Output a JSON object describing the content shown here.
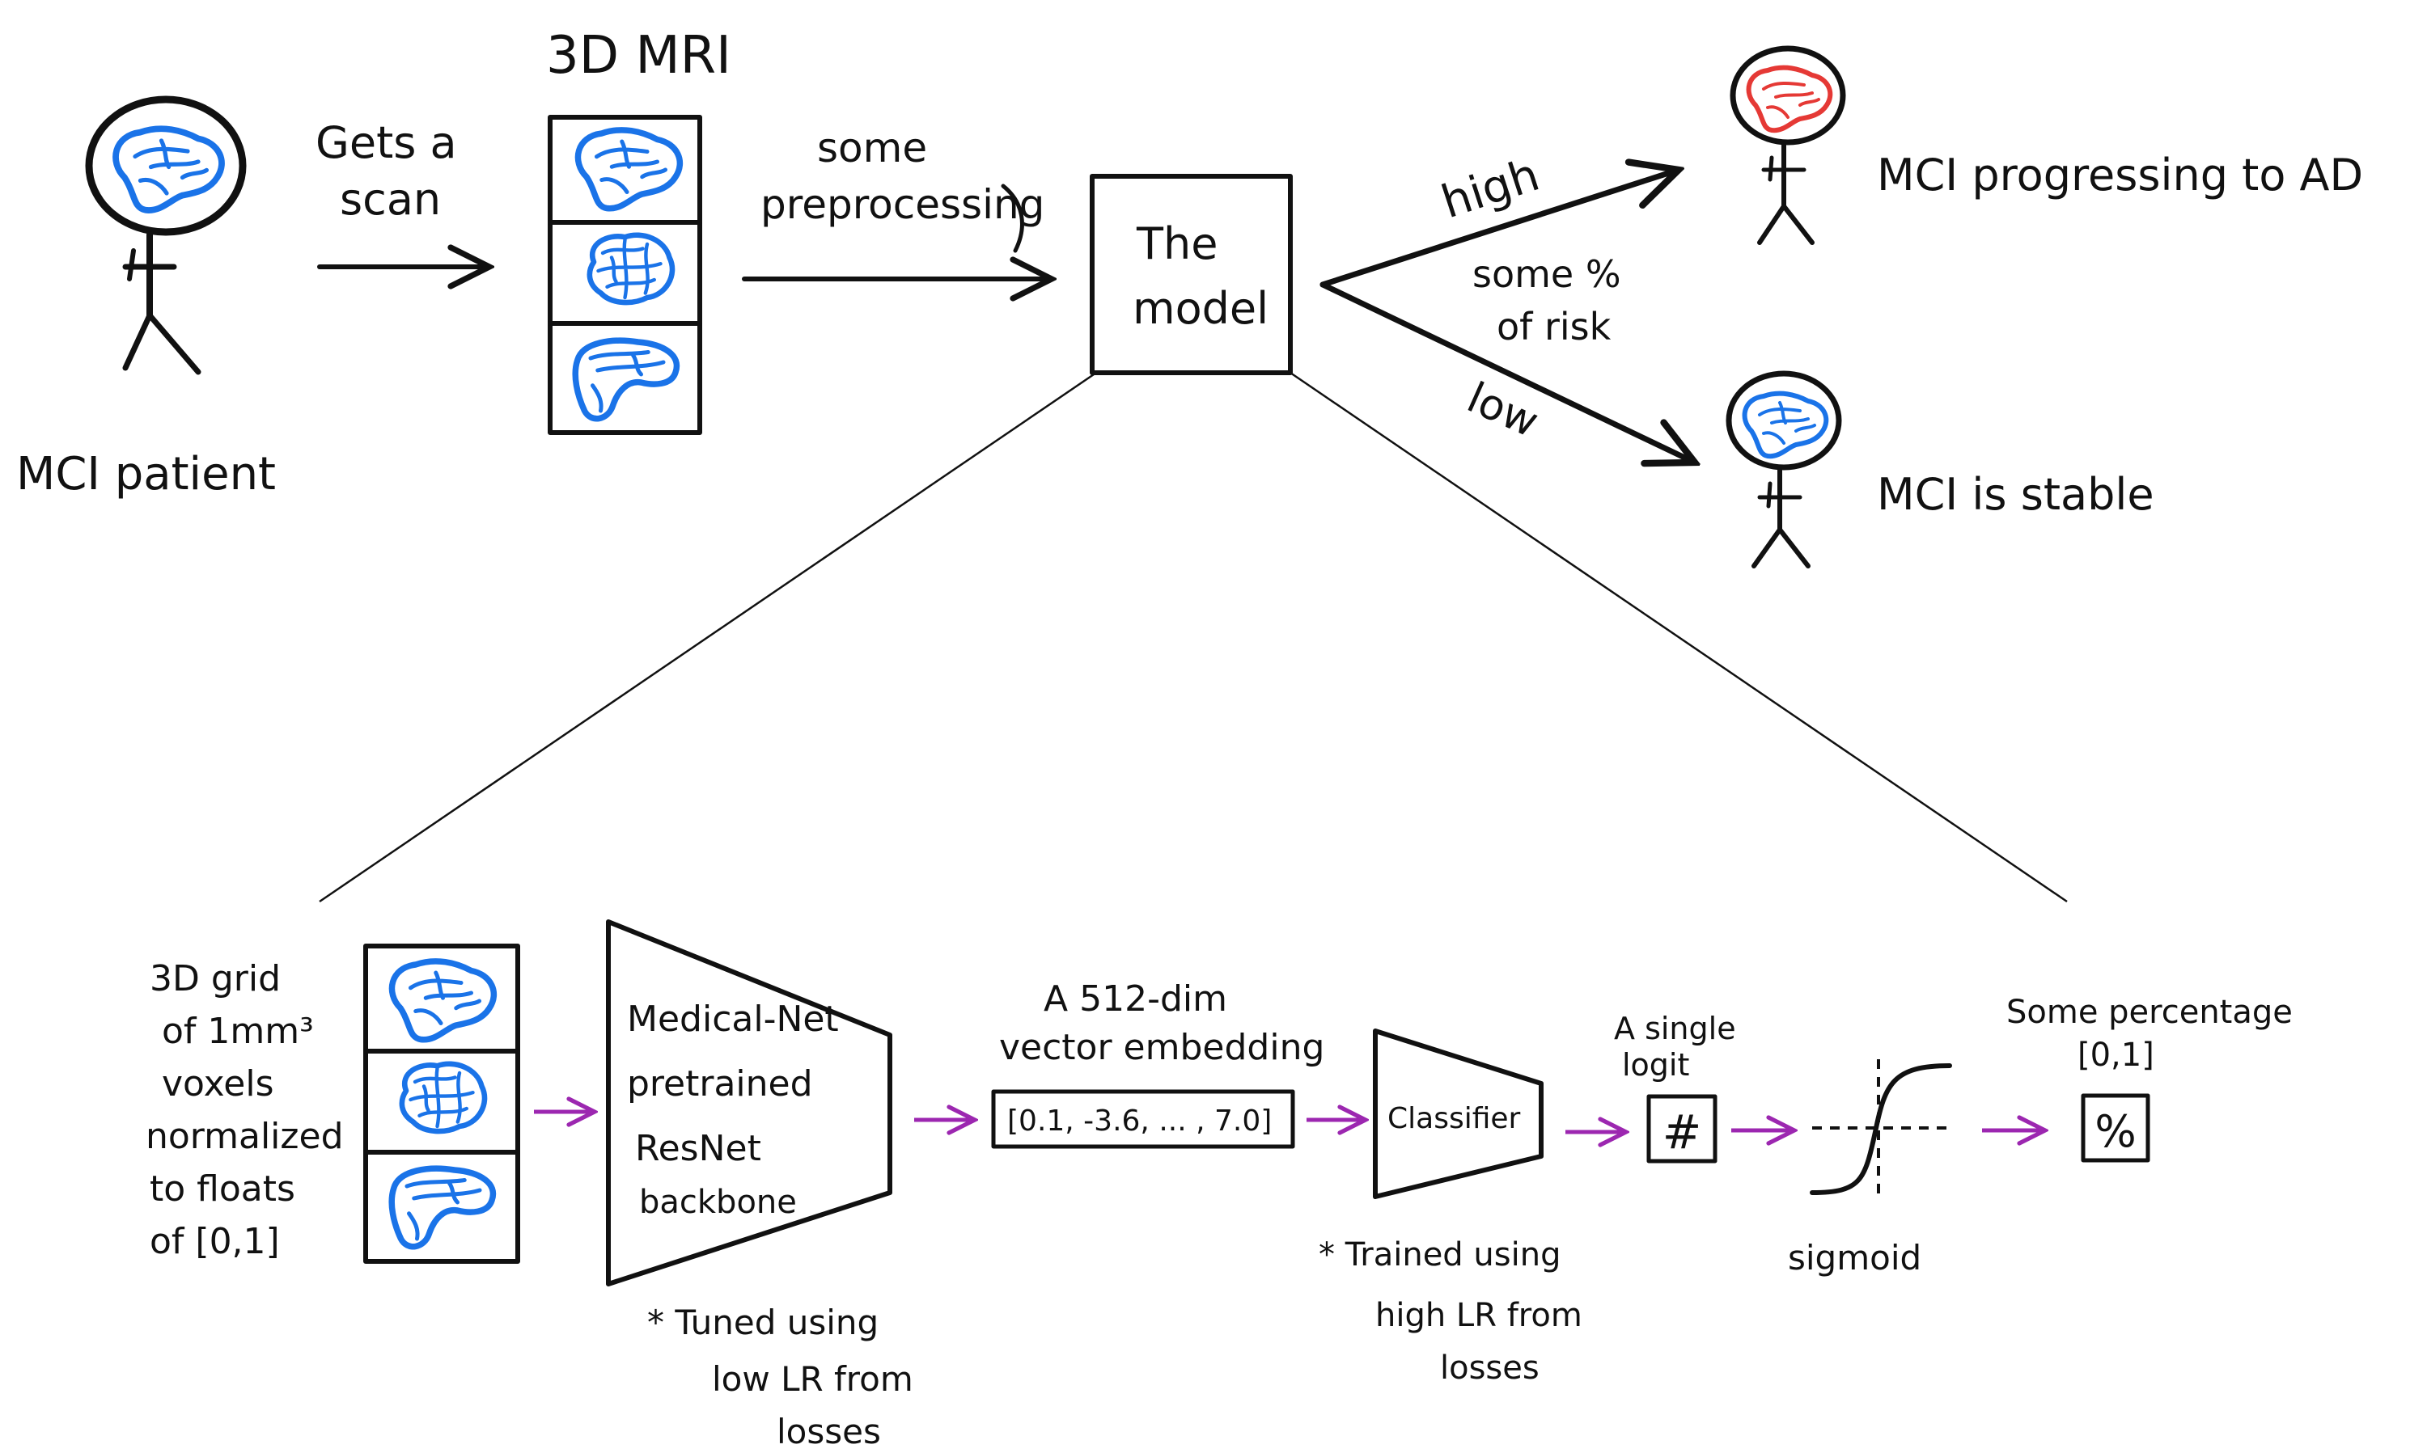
{
  "top": {
    "patient_label": "MCI patient",
    "gets_scan_label": [
      "Gets a",
      "scan"
    ],
    "mri_title": "3D MRI",
    "preprocessing_label": [
      "some",
      "preprocessing"
    ],
    "model_label": [
      "The",
      "model"
    ],
    "high_label": "high",
    "risk_label": [
      "some %",
      "of risk"
    ],
    "low_label": "low",
    "progress_label": "MCI progressing to AD",
    "stable_label": "MCI is stable"
  },
  "bottom": {
    "grid_label": [
      "3D grid",
      "of 1mm³",
      "voxels",
      "normalized",
      "to floats",
      "of [0,1]"
    ],
    "backbone_label": [
      "Medical-Net",
      "pretrained",
      "ResNet",
      "backbone"
    ],
    "backbone_note": [
      "* Tuned using",
      "low LR from",
      "losses"
    ],
    "embedding_title": [
      "A 512-dim",
      "vector embedding"
    ],
    "embedding_value": "[0.1, -3.6, ... , 7.0]",
    "classifier_label": "Classifier",
    "classifier_note": [
      "* Trained using",
      "high LR from",
      "losses"
    ],
    "logit_title": [
      "A single",
      "logit"
    ],
    "logit_symbol": "#",
    "sigmoid_label": "sigmoid",
    "percent_title": [
      "Some percentage",
      "[0,1]"
    ],
    "percent_symbol": "%"
  },
  "colors": {
    "ink": "#111111",
    "brain_blue": "#1a73e8",
    "brain_red": "#e53935",
    "arrow_purple": "#9c27b0"
  }
}
